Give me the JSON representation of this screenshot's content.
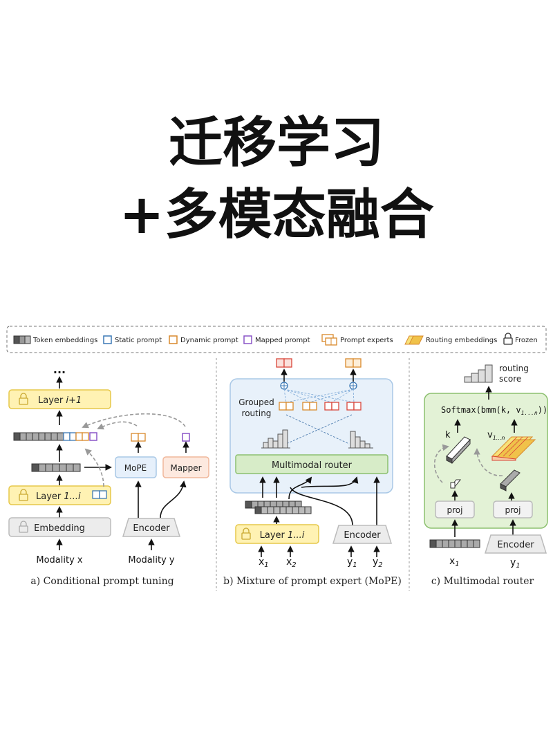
{
  "title": {
    "line1": "迁移学习",
    "line2": "+多模态融合"
  },
  "legend": {
    "token": "Token embeddings",
    "static": "Static prompt",
    "dynamic": "Dynamic prompt",
    "mapped": "Mapped prompt",
    "experts": "Prompt experts",
    "routing": "Routing embeddings",
    "frozen": "Frozen"
  },
  "panel_a": {
    "dots": "...",
    "layer_top_prefix": "Layer ",
    "layer_top_suffix": "i+1",
    "layer_low_prefix": "Layer ",
    "layer_low_suffix": "1...i",
    "embedding": "Embedding",
    "mope": "MoPE",
    "mapper": "Mapper",
    "encoder": "Encoder",
    "modality_x": "Modality x",
    "modality_y": "Modality y",
    "caption": "a) Conditional prompt tuning"
  },
  "panel_b": {
    "grouped_1": "Grouped",
    "grouped_2": "routing",
    "router": "Multimodal router",
    "layer_prefix": "Layer ",
    "layer_suffix": "1...i",
    "encoder": "Encoder",
    "x1": "x",
    "x1_sub": "1",
    "x2": "x",
    "x2_sub": "2",
    "y1": "y",
    "y1_sub": "1",
    "y2": "y",
    "y2_sub": "2",
    "caption": "b) Mixture of prompt expert (MoPE)"
  },
  "panel_c": {
    "routing_1": "routing",
    "routing_2": "score",
    "softmax_pre": "Softmax(bmm(k, v",
    "softmax_sub": "1...n",
    "softmax_post": "))",
    "k": "k",
    "v": "v",
    "v_sub": "1...n",
    "proj_left": "proj",
    "proj_right": "proj",
    "encoder": "Encoder",
    "x1": "x",
    "x1_sub": "1",
    "y1": "y",
    "y1_sub": "1",
    "caption": "c) Multimodal router"
  },
  "colors": {
    "static": "#3b78b5",
    "dynamic": "#d9892b",
    "mapped": "#8a55c7",
    "expert_red": "#d9453a",
    "layer_fill": "#fff2b3",
    "layer_border": "#e6c84a",
    "mope_fill": "#e6f0fb",
    "mapper_fill": "#fde9df",
    "router_fill": "#d7ecc8",
    "router_border": "#8cc06f",
    "panel_b_fill": "#e8f1fa",
    "panel_b_border": "#a9c8e6",
    "panel_c_fill": "#e3f2d6",
    "panel_c_border": "#8cc06f"
  }
}
